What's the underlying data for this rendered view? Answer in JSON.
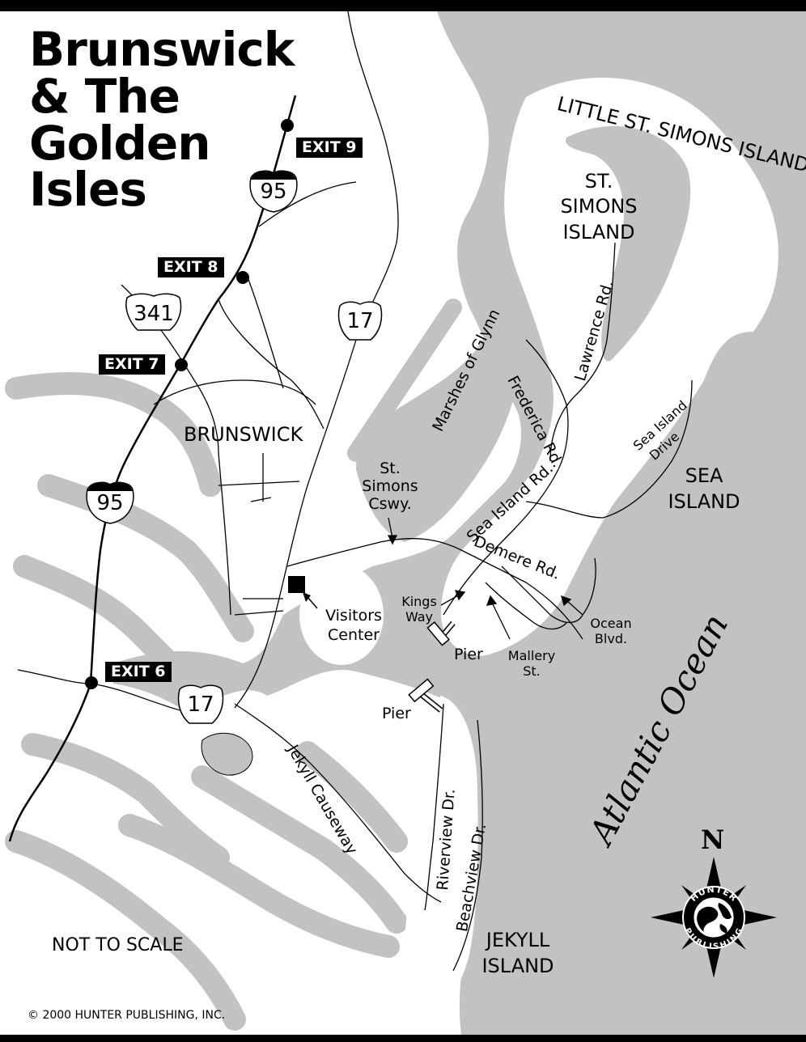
{
  "title": {
    "line1": "Brunswick",
    "line2": "& The",
    "line3": "Golden",
    "line4": "Isles"
  },
  "exits": [
    "EXIT 9",
    "EXIT 8",
    "EXIT 7",
    "EXIT 6"
  ],
  "shields": {
    "i95_top": "95",
    "i95_bottom": "95",
    "us341": "341",
    "us17_top": "17",
    "us17_bottom": "17"
  },
  "places": {
    "brunswick": "BRUNSWICK",
    "little_st_simons": "LITTLE ST. SIMONS ISLAND",
    "st_simons_1": "ST.",
    "st_simons_2": "SIMONS",
    "st_simons_3": "ISLAND",
    "sea_island_1": "SEA",
    "sea_island_2": "ISLAND",
    "jekyll_1": "JEKYLL",
    "jekyll_2": "ISLAND",
    "ocean": "Atlantic Ocean"
  },
  "roads": {
    "lawrence": "Lawrence Rd.",
    "frederica": "Frederica Rd.",
    "marshes": "Marshes of Glynn",
    "sea_island_drive_1": "Sea Island",
    "sea_island_drive_2": "Drive",
    "sea_island_rd": "Sea Island Rd.",
    "demere": "Demere Rd.",
    "causeway_1": "St.",
    "causeway_2": "Simons",
    "causeway_3": "Cswy.",
    "kings_1": "Kings",
    "kings_2": "Way",
    "mallery_1": "Mallery",
    "mallery_2": "St.",
    "ocean_blvd_1": "Ocean",
    "ocean_blvd_2": "Blvd.",
    "jekyll_causeway": "Jekyll Causeway",
    "riverview": "Riverview Dr.",
    "beachview": "Beachview Dr."
  },
  "poi": {
    "visitors_1": "Visitors",
    "visitors_2": "Center",
    "pier_1": "Pier",
    "pier_2": "Pier"
  },
  "compass": {
    "north": "N",
    "brand_top": "HUNTER",
    "brand_bottom": "PUBLISHING"
  },
  "notes": {
    "scale": "NOT TO SCALE",
    "copyright": "© 2000 HUNTER PUBLISHING, INC."
  },
  "colors": {
    "water": "#c2c2c2",
    "land": "#ffffff",
    "ink": "#000000"
  }
}
